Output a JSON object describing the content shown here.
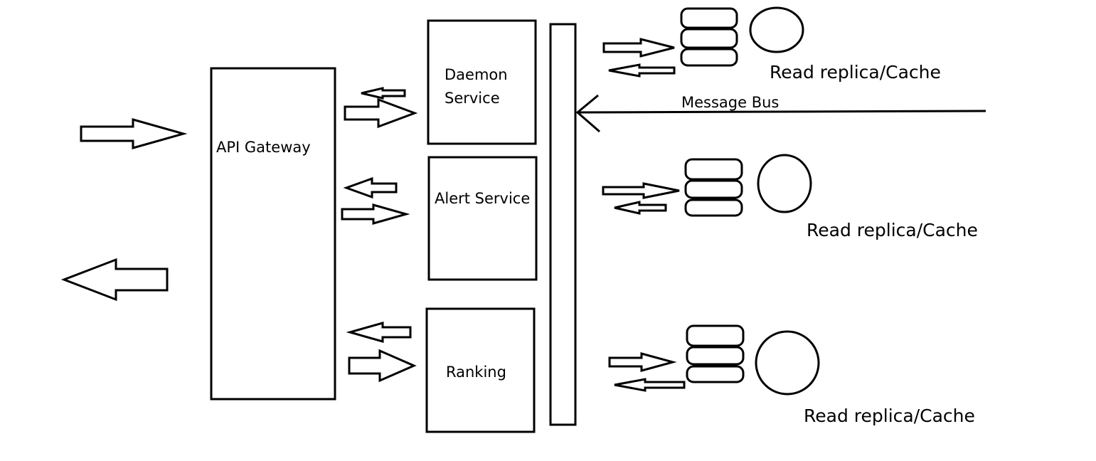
{
  "api_gateway": {
    "label": "API Gateway"
  },
  "services": {
    "daemon": {
      "line1": "Daemon",
      "line2": "Service"
    },
    "alert": {
      "label": "Alert Service"
    },
    "ranking": {
      "label": "Ranking"
    }
  },
  "message_bus": {
    "label": "Message Bus"
  },
  "replicas": [
    {
      "label": "Read replica/Cache"
    },
    {
      "label": "Read replica/Cache"
    },
    {
      "label": "Read replica/Cache"
    }
  ]
}
